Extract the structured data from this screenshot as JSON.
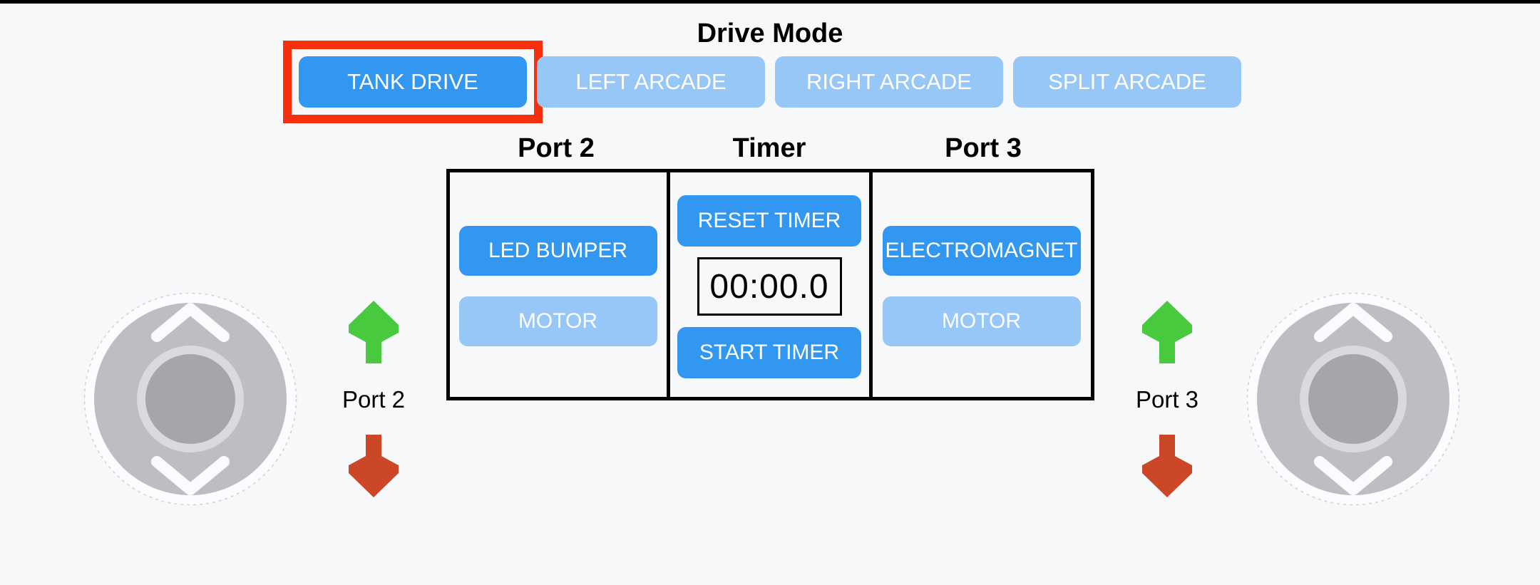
{
  "colors": {
    "background": "#f7f8fa",
    "top_border": "#000000",
    "active_blue": "#3297f0",
    "inactive_blue": "#97c7f6",
    "highlight_red": "#f5300f",
    "up_arrow_green": "#49ca3e",
    "down_arrow_red": "#cc4628",
    "panel_border": "#000000",
    "joystick_base_gray": "#bdbec1",
    "joystick_knob_gray": "#a5a6a9"
  },
  "drive_mode": {
    "title": "Drive Mode",
    "buttons": [
      {
        "label": "TANK DRIVE",
        "state": "selected",
        "highlighted": true
      },
      {
        "label": "LEFT ARCADE",
        "state": "unselected",
        "highlighted": false
      },
      {
        "label": "RIGHT ARCADE",
        "state": "unselected",
        "highlighted": false
      },
      {
        "label": "SPLIT ARCADE",
        "state": "unselected",
        "highlighted": false
      }
    ]
  },
  "panel": {
    "columns": [
      {
        "header": "Port 2",
        "buttons": [
          {
            "label": "LED BUMPER",
            "state": "active"
          },
          {
            "label": "MOTOR",
            "state": "inactive"
          }
        ]
      },
      {
        "header": "Timer",
        "buttons": [
          {
            "label": "RESET TIMER",
            "state": "active"
          },
          {
            "label": "START TIMER",
            "state": "active"
          }
        ],
        "timer_value": "00:00.0"
      },
      {
        "header": "Port 3",
        "buttons": [
          {
            "label": "ELECTROMAGNET",
            "state": "active"
          },
          {
            "label": "MOTOR",
            "state": "inactive"
          }
        ]
      }
    ]
  },
  "indicators": [
    {
      "label": "Port 2",
      "up_icon": "up-arrow-icon",
      "down_icon": "down-arrow-icon"
    },
    {
      "label": "Port 3",
      "up_icon": "up-arrow-icon",
      "down_icon": "down-arrow-icon"
    }
  ]
}
